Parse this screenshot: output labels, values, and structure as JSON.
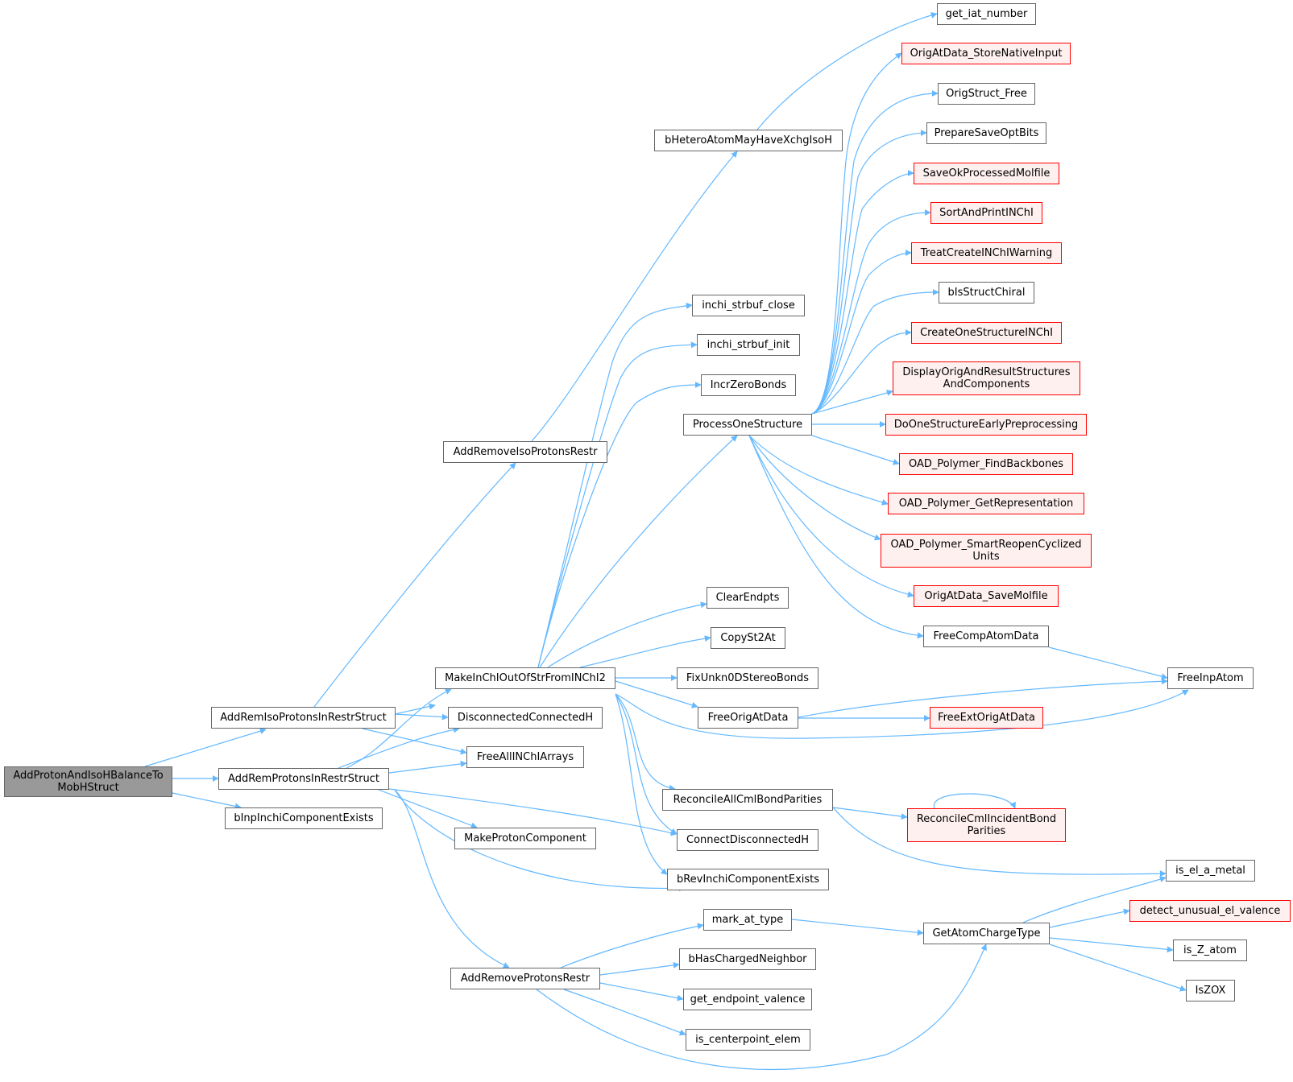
{
  "colors": {
    "edge": "#63b8ff",
    "node_border": "#666666",
    "node_fill": "#ffffff",
    "root_fill": "#999999",
    "truncated_border": "#ff0000",
    "truncated_fill": "#fff0f0"
  },
  "nodes": {
    "root": [
      "AddProtonAndIsoHBalanceTo",
      "MobHStruct"
    ],
    "add_rem_iso_protons_in_restr_struct": [
      "AddRemIsoProtonsInRestrStruct"
    ],
    "add_rem_protons_in_restr_struct": [
      "AddRemProtonsInRestrStruct"
    ],
    "b_inp_inchi_component_exists": [
      "bInpInchiComponentExists"
    ],
    "add_remove_iso_protons_restr": [
      "AddRemoveIsoProtonsRestr"
    ],
    "make_inchi_out_of_str_from_inchi2": [
      "MakeInChIOutOfStrFromINChI2"
    ],
    "disconnected_connected_h": [
      "DisconnectedConnectedH"
    ],
    "free_all_inchi_arrays": [
      "FreeAllINChIArrays"
    ],
    "make_proton_component": [
      "MakeProtonComponent"
    ],
    "add_remove_protons_restr": [
      "AddRemoveProtonsRestr"
    ],
    "b_hetero_atom_may_have_xchg_iso_h": [
      "bHeteroAtomMayHaveXchgIsoH"
    ],
    "inchi_strbuf_close": [
      "inchi_strbuf_close"
    ],
    "inchi_strbuf_init": [
      "inchi_strbuf_init"
    ],
    "incr_zero_bonds": [
      "IncrZeroBonds"
    ],
    "process_one_structure": [
      "ProcessOneStructure"
    ],
    "clear_endpts": [
      "ClearEndpts"
    ],
    "copy_st2at": [
      "CopySt2At"
    ],
    "fix_unkn0d_stereo_bonds": [
      "FixUnkn0DStereoBonds"
    ],
    "free_orig_at_data": [
      "FreeOrigAtData"
    ],
    "reconcile_all_cml_bond_parities": [
      "ReconcileAllCmlBondParities"
    ],
    "connect_disconnected_h": [
      "ConnectDisconnectedH"
    ],
    "b_rev_inchi_component_exists": [
      "bRevInchiComponentExists"
    ],
    "mark_at_type": [
      "mark_at_type"
    ],
    "b_has_charged_neighbor": [
      "bHasChargedNeighbor"
    ],
    "get_endpoint_valence": [
      "get_endpoint_valence"
    ],
    "is_centerpoint_elem": [
      "is_centerpoint_elem"
    ],
    "get_iat_number": [
      "get_iat_number"
    ],
    "orig_at_data_store_native_input": [
      "OrigAtData_StoreNativeInput"
    ],
    "orig_struct_free": [
      "OrigStruct_Free"
    ],
    "prepare_save_opt_bits": [
      "PrepareSaveOptBits"
    ],
    "save_ok_processed_molfile": [
      "SaveOkProcessedMolfile"
    ],
    "sort_and_print_inchi": [
      "SortAndPrintINChI"
    ],
    "treat_create_inchi_warning": [
      "TreatCreateINChIWarning"
    ],
    "b_is_struct_chiral": [
      "bIsStructChiral"
    ],
    "create_one_structure_inchi": [
      "CreateOneStructureINChI"
    ],
    "display_orig_and_result_structures": [
      "DisplayOrigAndResultStructures",
      "AndComponents"
    ],
    "do_one_structure_early_preprocessing": [
      "DoOneStructureEarlyPreprocessing"
    ],
    "oad_polymer_find_backbones": [
      "OAD_Polymer_FindBackbones"
    ],
    "oad_polymer_get_representation": [
      "OAD_Polymer_GetRepresentation"
    ],
    "oad_polymer_smart_reopen_cyclized_units": [
      "OAD_Polymer_SmartReopenCyclized",
      "Units"
    ],
    "orig_at_data_save_molfile": [
      "OrigAtData_SaveMolfile"
    ],
    "free_comp_atom_data": [
      "FreeCompAtomData"
    ],
    "free_ext_orig_at_data": [
      "FreeExtOrigAtData"
    ],
    "reconcile_cml_incident_bond_parities": [
      "ReconcileCmlIncidentBond",
      "Parities"
    ],
    "get_atom_charge_type": [
      "GetAtomChargeType"
    ],
    "free_inp_atom": [
      "FreeInpAtom"
    ],
    "is_el_a_metal": [
      "is_el_a_metal"
    ],
    "detect_unusual_el_valence": [
      "detect_unusual_el_valence"
    ],
    "is_z_atom": [
      "is_Z_atom"
    ],
    "is_zox": [
      "IsZOX"
    ]
  }
}
